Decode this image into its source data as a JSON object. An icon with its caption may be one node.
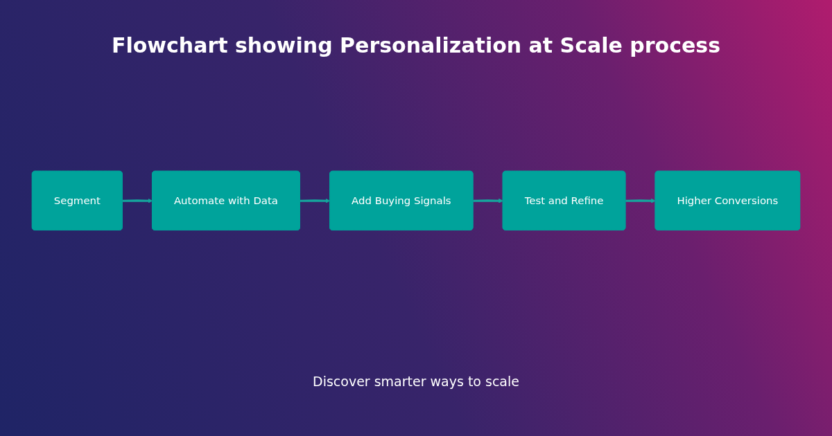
{
  "diagram": {
    "title": "Flowchart showing Personalization at Scale process",
    "nodes": [
      {
        "text": [
          "Segment"
        ]
      },
      {
        "text": [
          "Automate with Data"
        ]
      },
      {
        "text": [
          "Add Buying Signals"
        ]
      },
      {
        "text": [
          "Test and Refine"
        ]
      },
      {
        "text": [
          "Higher Conversions"
        ]
      }
    ],
    "edges": [
      {
        "from": 0,
        "to": 1,
        "arrow": "to"
      },
      {
        "from": 1,
        "to": 2,
        "arrow": "to"
      },
      {
        "from": 2,
        "to": 3,
        "arrow": "to"
      },
      {
        "from": 3,
        "to": 4,
        "arrow": "to"
      }
    ],
    "labels": [
      "Discover smarter ways to scale"
    ]
  }
}
